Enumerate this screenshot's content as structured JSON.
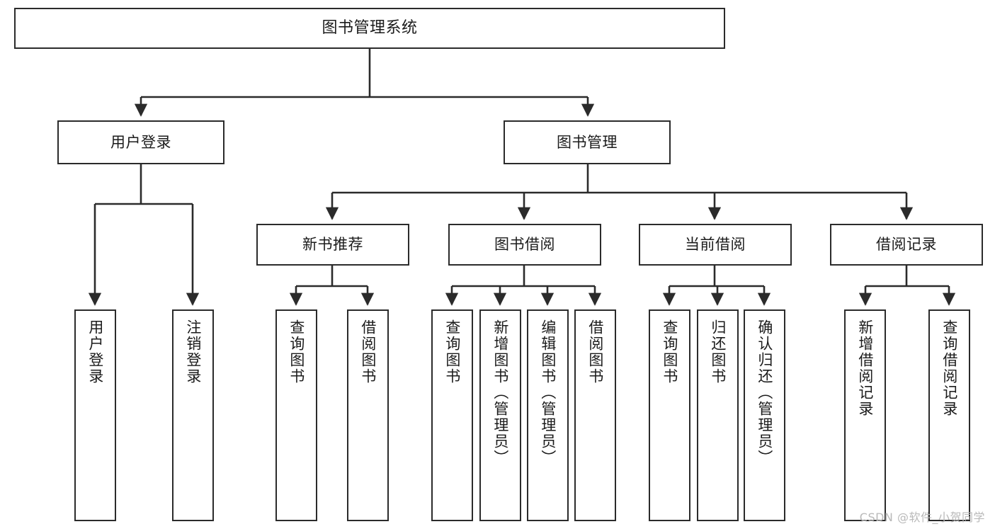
{
  "diagram": {
    "title": "图书管理系统",
    "type": "hierarchy-tree",
    "watermark": "CSDN @软件_小贺同学",
    "colors": {
      "box_border": "#2b2b2b",
      "box_fill": "#ffffff",
      "edge": "#2b2b2b",
      "text": "#1b1b1b",
      "watermark": "#b9b9b9",
      "background": "#ffffff"
    },
    "root": {
      "label": "图书管理系统"
    },
    "level1": [
      {
        "label": "用户登录"
      },
      {
        "label": "图书管理"
      }
    ],
    "level2": [
      {
        "label": "新书推荐"
      },
      {
        "label": "图书借阅"
      },
      {
        "label": "当前借阅"
      },
      {
        "label": "借阅记录"
      }
    ],
    "leaves": {
      "user_login": [
        {
          "label": "用户登录"
        },
        {
          "label": "注销登录"
        }
      ],
      "new_book_recommend": [
        {
          "label": "查询图书"
        },
        {
          "label": "借阅图书"
        }
      ],
      "book_borrow": [
        {
          "label": "查询图书"
        },
        {
          "label": "新增图书（管理员）"
        },
        {
          "label": "编辑图书（管理员）"
        },
        {
          "label": "借阅图书"
        }
      ],
      "current_borrow": [
        {
          "label": "查询图书"
        },
        {
          "label": "归还图书"
        },
        {
          "label": "确认归还（管理员）"
        }
      ],
      "borrow_record": [
        {
          "label": "新增借阅记录"
        },
        {
          "label": "查询借阅记录"
        }
      ]
    }
  }
}
